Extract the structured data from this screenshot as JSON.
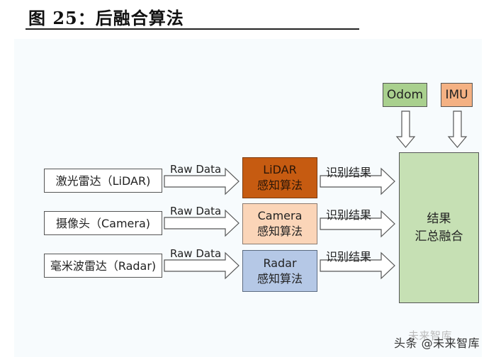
{
  "figure": {
    "title": "图 25：后融合算法"
  },
  "sensors": [
    {
      "label": "激光雷达（LiDAR)"
    },
    {
      "label": "摄像头（Camera)"
    },
    {
      "label": "毫米波雷达（Radar)"
    }
  ],
  "raw_arrows": [
    {
      "label": "Raw Data"
    },
    {
      "label": "Raw Data"
    },
    {
      "label": "Raw Data"
    }
  ],
  "algorithms": [
    {
      "line1": "LiDAR",
      "line2": "感知算法",
      "color": "#c65b11"
    },
    {
      "line1": "Camera",
      "line2": "感知算法",
      "color": "#fbd5b8"
    },
    {
      "line1": "Radar",
      "line2": "感知算法",
      "color": "#b5c8e6"
    }
  ],
  "result_arrows": [
    {
      "label": "识别结果"
    },
    {
      "label": "识别结果"
    },
    {
      "label": "识别结果"
    }
  ],
  "fusion": {
    "line1": "结果",
    "line2": "汇总融合",
    "color": "#c6e0b4"
  },
  "aux_inputs": [
    {
      "label": "Odom",
      "color": "#a9d08e"
    },
    {
      "label": "IMU",
      "color": "#f4b183"
    }
  ],
  "watermark": {
    "text": "头条 @未来智库",
    "ghost": "未来智库"
  }
}
